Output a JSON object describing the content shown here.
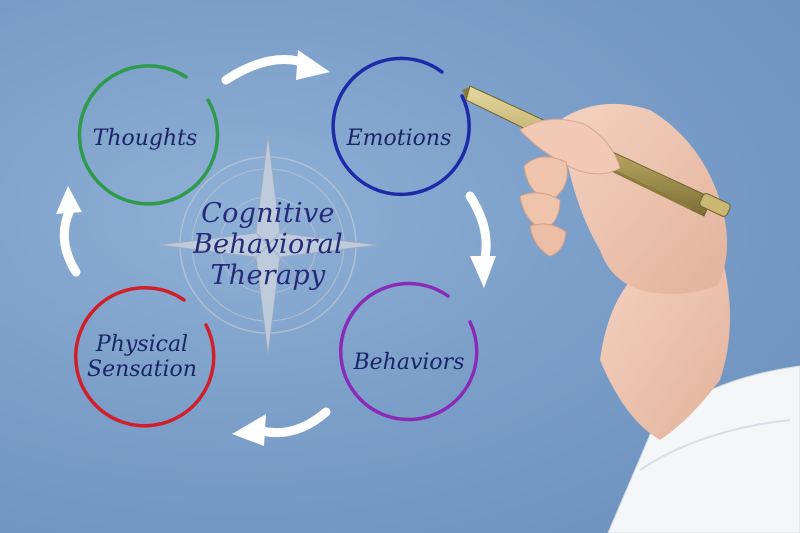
{
  "diagram": {
    "center": {
      "lines": [
        "Cognitive",
        "Behavioral",
        "Therapy"
      ]
    },
    "nodes": [
      {
        "id": "thoughts",
        "lines": [
          "Thoughts"
        ],
        "color": "#2e9a4c"
      },
      {
        "id": "emotions",
        "lines": [
          "Emotions"
        ],
        "color": "#1e2aa8"
      },
      {
        "id": "behaviors",
        "lines": [
          "Behaviors"
        ],
        "color": "#8a2bb8"
      },
      {
        "id": "physical-sensation",
        "lines": [
          "Physical",
          "Sensation"
        ],
        "color": "#d01e2a"
      }
    ],
    "cycle_order": [
      "thoughts",
      "emotions",
      "behaviors",
      "physical-sensation"
    ],
    "arrow_color": "#ffffff",
    "compass_color": "#b7c3d3"
  }
}
